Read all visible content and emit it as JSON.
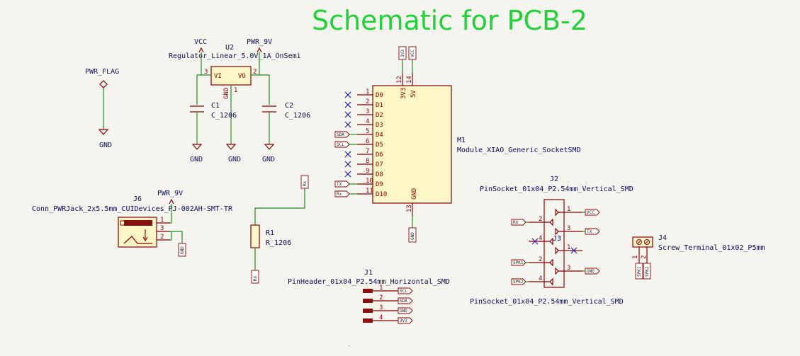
{
  "title": "Schematic for PCB-2",
  "power": {
    "vcc": "VCC",
    "pwr9v": "PWR_9V",
    "pwr_flag": "PWR_FLAG",
    "gnd": "GND"
  },
  "u2": {
    "ref": "U2",
    "value": "Regulator_Linear_5.0V_1A_OnSemi",
    "vi": "VI",
    "vo": "VO",
    "gnd": "GND",
    "p1": "1",
    "p2": "2",
    "p3": "3"
  },
  "c1": {
    "ref": "C1",
    "value": "C_1206"
  },
  "c2": {
    "ref": "C2",
    "value": "C_1206"
  },
  "m1": {
    "ref": "M1",
    "value": "Module_XIAO_Generic_SocketSMD",
    "top_pins": [
      "3V3",
      "5V"
    ],
    "top_nums": [
      "12",
      "14"
    ],
    "gnd": "GND",
    "gnd_num": "13",
    "pins": [
      {
        "num": "1",
        "name": "D0",
        "label": ""
      },
      {
        "num": "2",
        "name": "D1",
        "label": ""
      },
      {
        "num": "3",
        "name": "D2",
        "label": ""
      },
      {
        "num": "4",
        "name": "D3",
        "label": ""
      },
      {
        "num": "5",
        "name": "D4",
        "label": "SDA"
      },
      {
        "num": "6",
        "name": "D5",
        "label": "SCL"
      },
      {
        "num": "7",
        "name": "D6",
        "label": ""
      },
      {
        "num": "8",
        "name": "D7",
        "label": ""
      },
      {
        "num": "9",
        "name": "D8",
        "label": ""
      },
      {
        "num": "10",
        "name": "D9",
        "label": "TX"
      },
      {
        "num": "11",
        "name": "D10",
        "label": "Rx"
      }
    ],
    "top_labels": [
      "3V3",
      "VCC"
    ],
    "gnd_label": "GND"
  },
  "j6": {
    "ref": "J6",
    "value": "Conn_PWRJack_2x5.5mm_CUIDevices_PJ-002AH-SMT-TR",
    "nums": [
      "1",
      "3",
      "2"
    ],
    "gnd_label": "GND"
  },
  "r1": {
    "ref": "R1",
    "value": "R_1206",
    "top_label": "Rx",
    "bottom_label": "RX"
  },
  "j1": {
    "ref": "J1",
    "value": "PinHeader_01x04_P2.54mm_Horizontal_SMD",
    "nums": [
      "1",
      "2",
      "3",
      "4"
    ],
    "labels": [
      "SCL",
      "SDA",
      "GND",
      "3V3"
    ]
  },
  "j2": {
    "ref": "J2",
    "value": "PinSocket_01x04_P2.54mm_Vertical_SMD",
    "nums": [
      "1",
      "2",
      "3",
      "4"
    ],
    "labels": [
      "VCC",
      "RX",
      "TX"
    ]
  },
  "j3": {
    "ref": "J3",
    "value": "PinSocket_01x04_P2.54mm_Vertical_SMD",
    "nums": [
      "1",
      "2",
      "3",
      "4"
    ],
    "labels": [
      "SPK1",
      "GND",
      "SPK2"
    ]
  },
  "j4": {
    "ref": "J4",
    "value": "Screw_Terminal_01x02_P5mm",
    "nums": [
      "1",
      "2"
    ],
    "labels": [
      "SPK1",
      "SPK2"
    ]
  }
}
